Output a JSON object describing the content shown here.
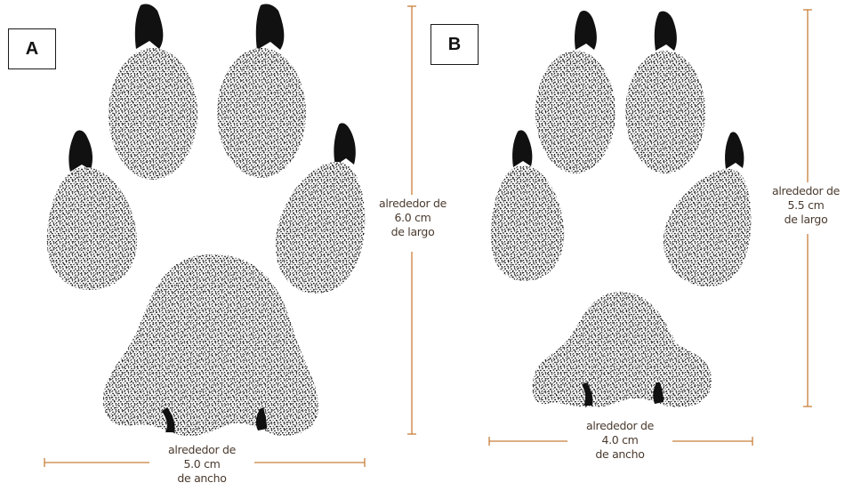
{
  "labels": {
    "a": "A",
    "b": "B"
  },
  "colors": {
    "ink": "#111111",
    "dimension_line": "#c87f3a",
    "dimension_text": "#4a3a2e"
  },
  "track_a": {
    "length": {
      "line1": "alrededor de",
      "line2": "6.0 cm",
      "line3": "de largo"
    },
    "width": {
      "line1": "alrededor de",
      "line2": "5.0 cm",
      "line3": "de ancho"
    }
  },
  "track_b": {
    "length": {
      "line1": "alrededor de",
      "line2": "5.5 cm",
      "line3": "de largo"
    },
    "width": {
      "line1": "alrededor de",
      "line2": "4.0 cm",
      "line3": "de ancho"
    }
  }
}
